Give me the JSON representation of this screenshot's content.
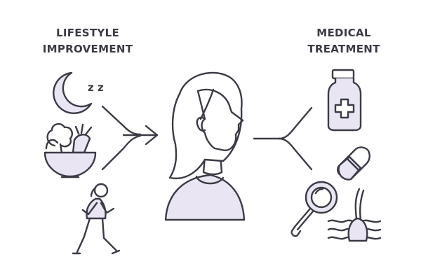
{
  "left_heading": {
    "line1": "LIFESTYLE",
    "line2": "IMPROVEMENT"
  },
  "right_heading": {
    "line1": "MEDICAL",
    "line2": "TREATMENT"
  },
  "sleep_text": "z z",
  "colors": {
    "stroke": "#3b3b46",
    "fill": "#e9e5f3",
    "background": "#ffffff"
  },
  "icons": {
    "left": [
      "moon-sleep-icon",
      "vegetable-bowl-icon",
      "walking-woman-icon"
    ],
    "center": "woman-portrait-icon",
    "right": [
      "medicine-bottle-icon",
      "capsule-icon",
      "magnifier-hair-follicle-icon"
    ]
  }
}
